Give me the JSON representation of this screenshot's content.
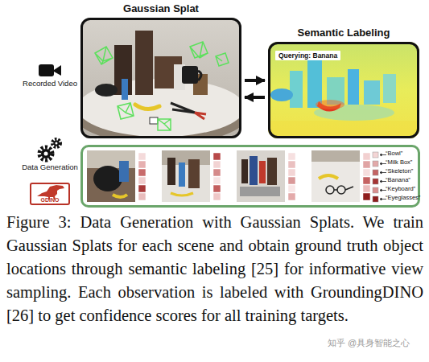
{
  "diagram": {
    "caption": "Figure 3: Data Generation with Gaussian Splats. We train Gaussian Splats for each scene and obtain ground truth object locations through semantic labeling [25] for informative view sampling. Each observation is labeled with GroundingDINO [26] to get confidence scores for all training targets.",
    "nodes": [
      {
        "text": [
          "Gaussian Splat"
        ]
      },
      {
        "text": [
          "Semantic Labeling"
        ]
      },
      {
        "text": [
          "Querying: Banana"
        ],
        "in": 1
      },
      {
        "text": [
          "“Bowl”",
          "“Milk Box”",
          "“Skeleton”",
          "“Banana”",
          "“Keyboard”",
          "“Eyeglasses”"
        ]
      },
      {
        "text": [
          "GDINO"
        ]
      }
    ],
    "edges": [
      {
        "from": 0,
        "to": 1,
        "arrow": "to"
      },
      {
        "from": 1,
        "to": 0,
        "arrow": "to"
      }
    ],
    "labels": [
      "Recorded Video",
      "Data Generation",
      "知乎 @具身智能之心"
    ]
  }
}
